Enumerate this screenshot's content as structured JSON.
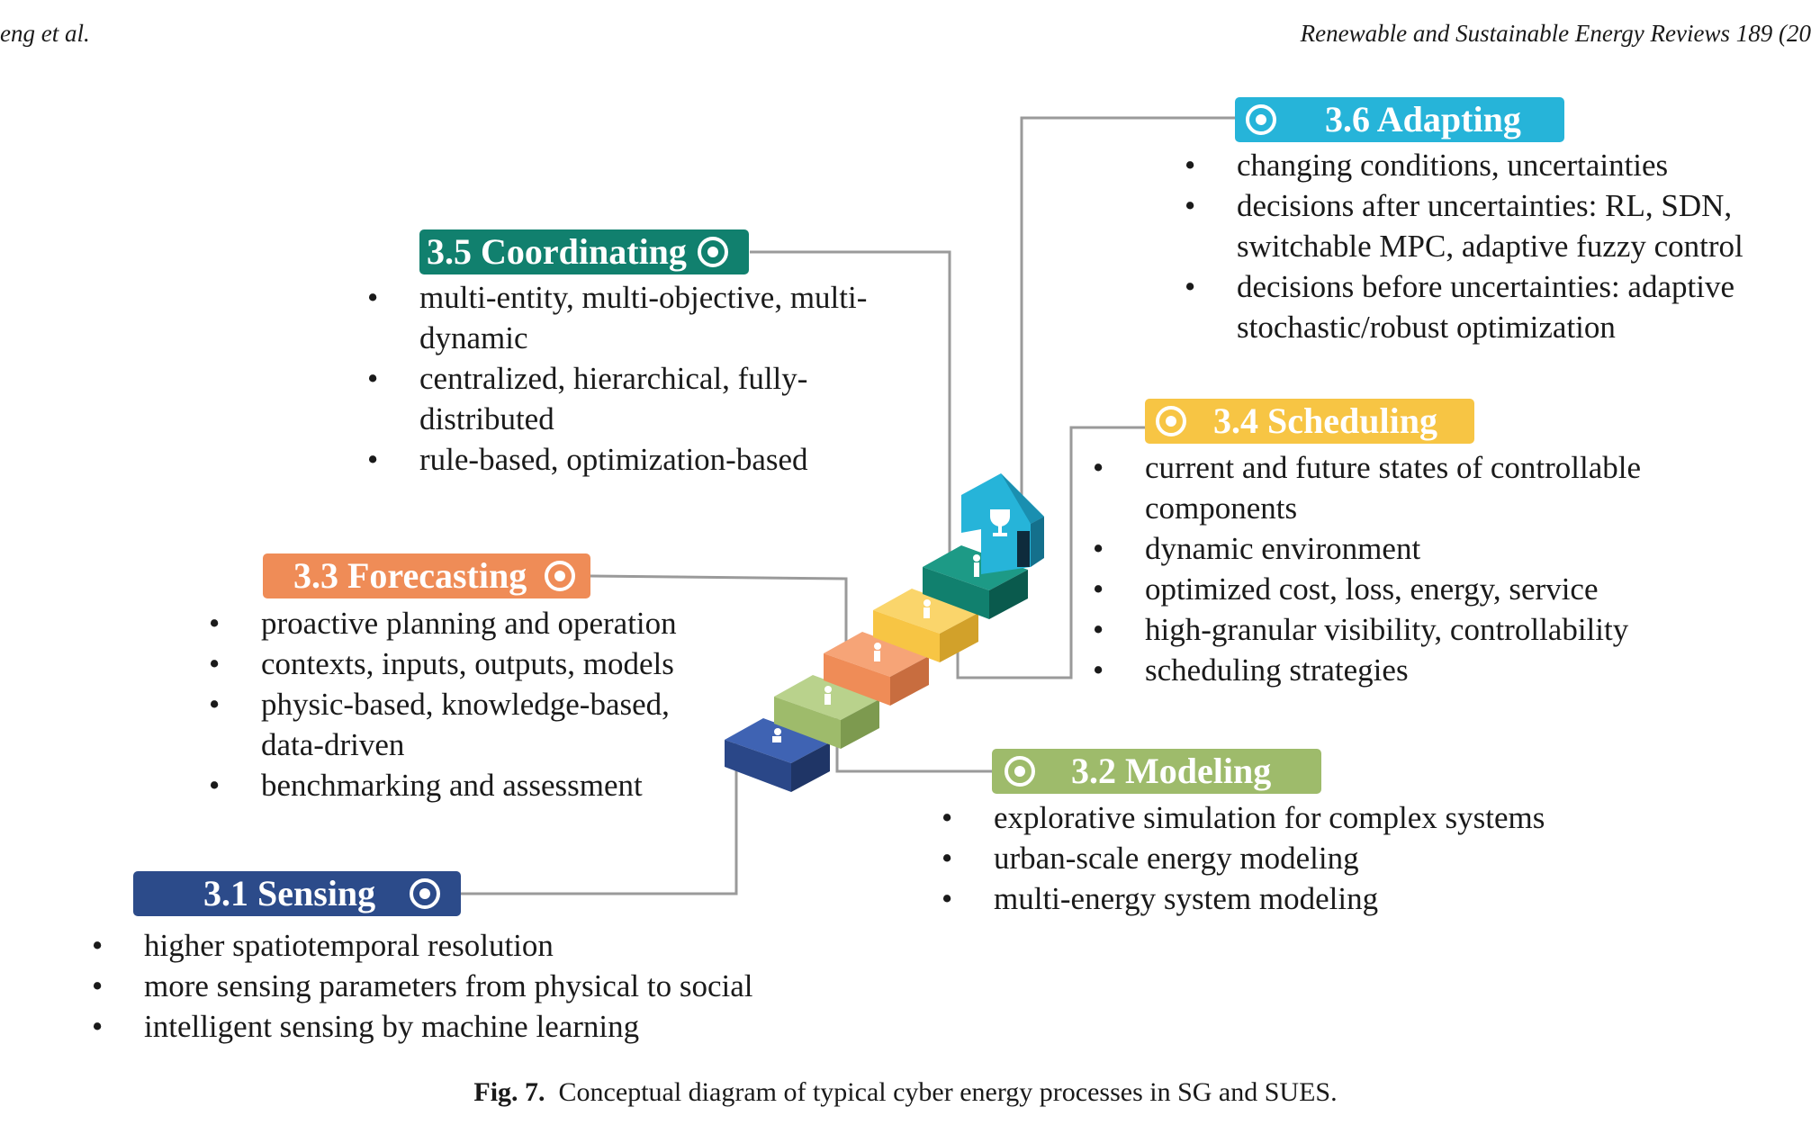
{
  "header": {
    "left": "eng et al.",
    "right": "Renewable and Sustainable Energy Reviews 189 (20"
  },
  "colors": {
    "sensing": "#2c4b8a",
    "modeling": "#9ebb6b",
    "forecasting": "#ef8c57",
    "scheduling": "#f7c544",
    "coordinating": "#11806e",
    "adapting": "#26b4d9",
    "connector": "#9a9a9a"
  },
  "stages": {
    "sensing": {
      "title": "3.1 Sensing",
      "bullets": [
        "higher spatiotemporal resolution",
        "more sensing parameters from physical to social",
        "intelligent sensing by machine learning"
      ]
    },
    "modeling": {
      "title": "3.2 Modeling",
      "bullets": [
        "explorative simulation for complex systems",
        "urban-scale energy modeling",
        "multi-energy system modeling"
      ]
    },
    "forecasting": {
      "title": "3.3 Forecasting",
      "bullets": [
        "proactive planning and operation",
        "contexts, inputs, outputs, models",
        "physic-based, knowledge-based, data-driven",
        "benchmarking and assessment"
      ]
    },
    "scheduling": {
      "title": "3.4 Scheduling",
      "bullets": [
        "current and future states of controllable components",
        "dynamic environment",
        "optimized cost, loss, energy, service",
        "high-granular visibility, controllability",
        "scheduling strategies"
      ]
    },
    "coordinating": {
      "title": "3.5 Coordinating",
      "bullets": [
        "multi-entity, multi-objective, multi-dynamic",
        "centralized, hierarchical, fully-distributed",
        "rule-based, optimization-based"
      ]
    },
    "adapting": {
      "title": "3.6 Adapting",
      "bullets": [
        "changing conditions, uncertainties",
        "decisions after uncertainties: RL, SDN, switchable MPC, adaptive fuzzy control",
        "decisions before uncertainties: adaptive stochastic/robust optimization"
      ]
    }
  },
  "caption": {
    "label": "Fig. 7.",
    "text": "Conceptual diagram of typical cyber energy processes in SG and SUES."
  },
  "icons": [
    "target-icon",
    "runner-icon",
    "trophy-icon",
    "up-arrow-icon"
  ]
}
